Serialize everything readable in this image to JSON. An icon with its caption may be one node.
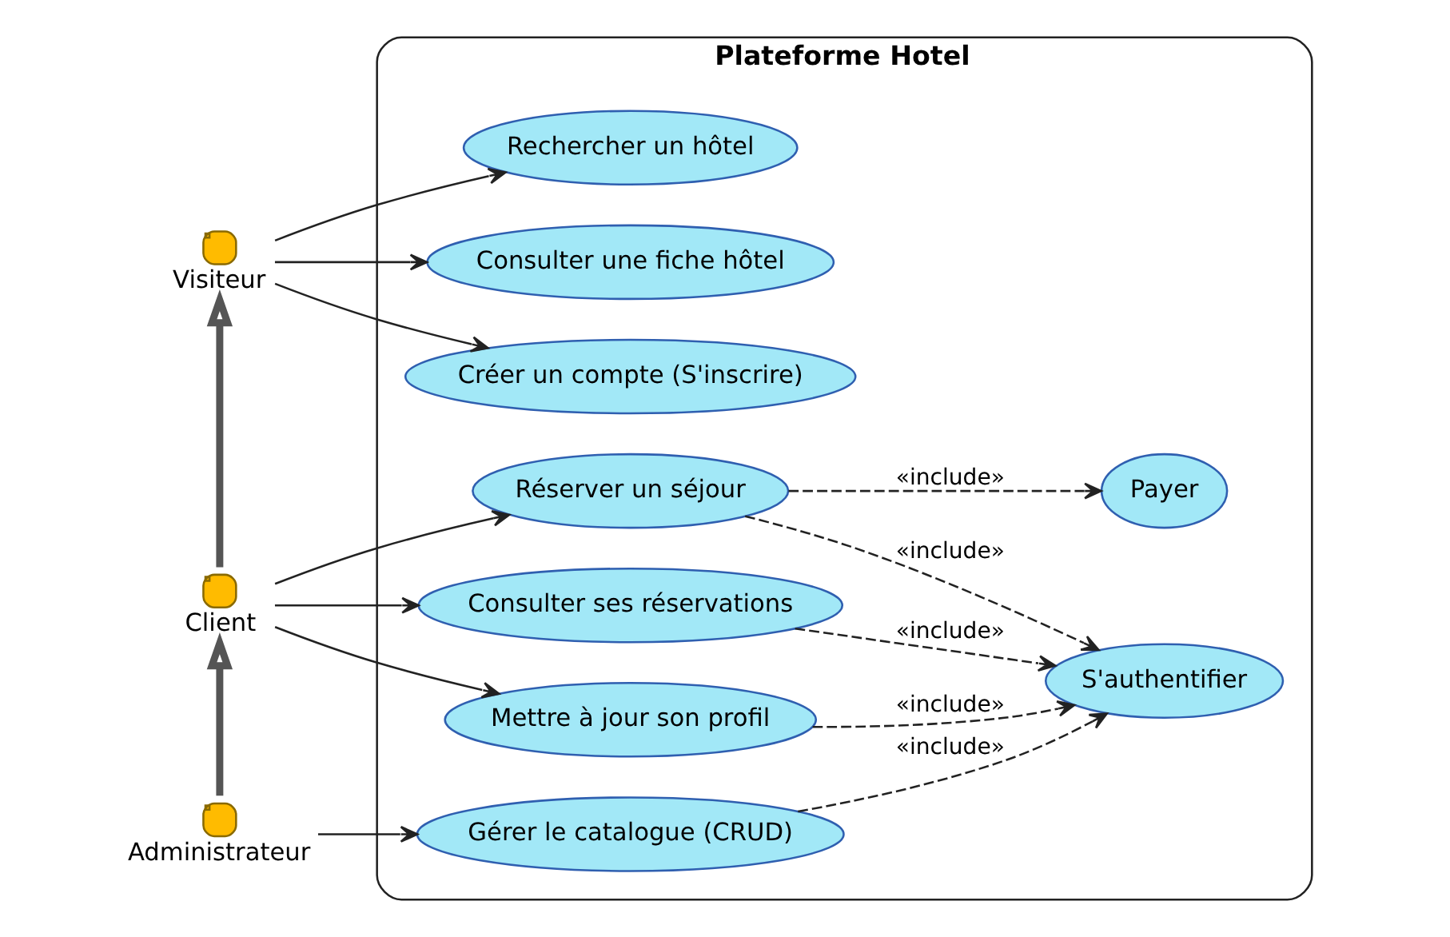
{
  "diagram": {
    "nodes": [
      {
        "text": [
          "Visiteur"
        ]
      },
      {
        "text": [
          "Client"
        ]
      },
      {
        "text": [
          "Administrateur"
        ]
      },
      {
        "text": [
          "Plateforme Hotel"
        ]
      },
      {
        "text": [
          "Rechercher un hôtel"
        ],
        "in": 3
      },
      {
        "text": [
          "Consulter une fiche hôtel"
        ],
        "in": 3
      },
      {
        "text": [
          "Créer un compte (S'inscrire)"
        ],
        "in": 3
      },
      {
        "text": [
          "Réserver un séjour"
        ],
        "in": 3
      },
      {
        "text": [
          "Payer"
        ],
        "in": 3
      },
      {
        "text": [
          "Consulter ses réservations"
        ],
        "in": 3
      },
      {
        "text": [
          "S'authentifier"
        ],
        "in": 3
      },
      {
        "text": [
          "Mettre à jour son profil"
        ],
        "in": 3
      },
      {
        "text": [
          "Gérer le catalogue (CRUD)"
        ],
        "in": 3
      }
    ],
    "edges": [
      {
        "from": 0,
        "to": 4,
        "arrow": "to"
      },
      {
        "from": 0,
        "to": 5,
        "arrow": "to"
      },
      {
        "from": 0,
        "to": 6,
        "arrow": "to"
      },
      {
        "from": 1,
        "to": 0,
        "arrow": "to",
        "style": "thick",
        "color": "#555555"
      },
      {
        "from": 1,
        "to": 7,
        "arrow": "to"
      },
      {
        "from": 1,
        "to": 9,
        "arrow": "to"
      },
      {
        "from": 1,
        "to": 11,
        "arrow": "to"
      },
      {
        "from": 2,
        "to": 1,
        "arrow": "to",
        "style": "thick",
        "color": "#555555"
      },
      {
        "from": 2,
        "to": 12,
        "arrow": "to"
      },
      {
        "from": 7,
        "to": 8,
        "arrow": "to",
        "label": "«include»",
        "style": "dashed"
      },
      {
        "from": 7,
        "to": 10,
        "arrow": "to",
        "label": "«include»",
        "style": "dashed"
      },
      {
        "from": 9,
        "to": 10,
        "arrow": "to",
        "label": "«include»",
        "style": "dashed"
      },
      {
        "from": 11,
        "to": 10,
        "arrow": "to",
        "label": "«include»",
        "style": "dashed"
      },
      {
        "from": 12,
        "to": 10,
        "arrow": "to",
        "label": "«include»",
        "style": "dashed"
      }
    ]
  }
}
